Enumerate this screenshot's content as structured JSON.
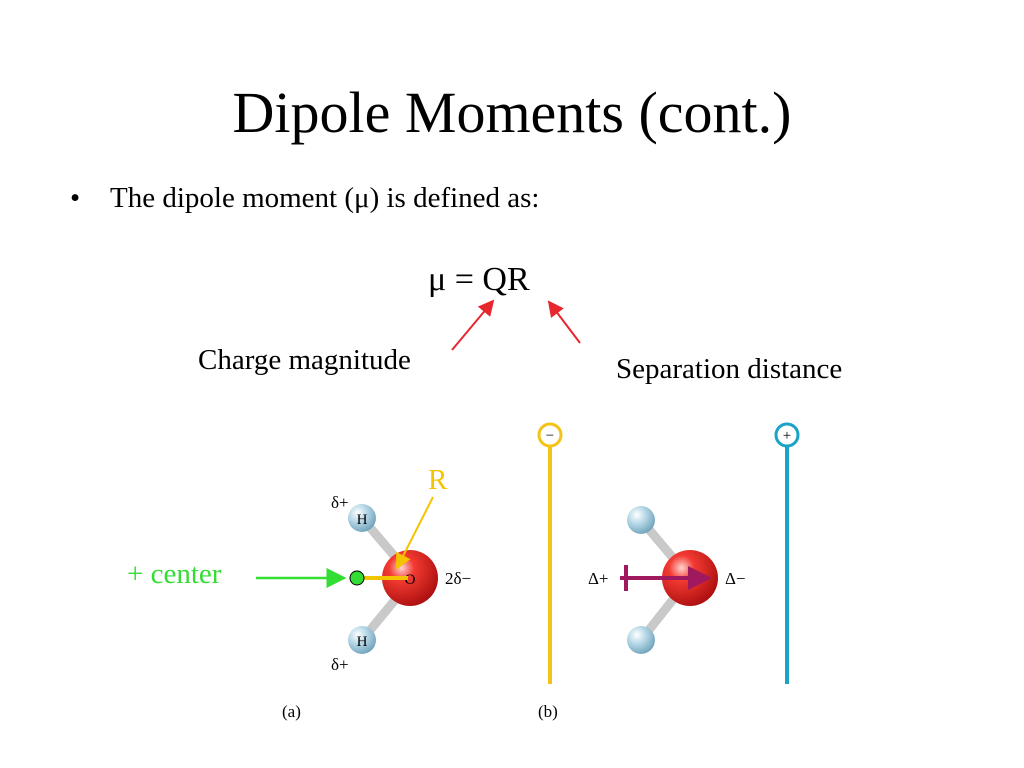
{
  "slide": {
    "title": "Dipole Moments (cont.)",
    "bullet_marker": "•",
    "bullet_text": "The dipole moment (μ) is defined as:",
    "equation": "μ = QR",
    "charge_label": "Charge magnitude",
    "separation_label": "Separation distance",
    "center_label": "+ center",
    "r_label": "R"
  },
  "figure_a": {
    "h_atom_label": "H",
    "o_atom_label": "O",
    "delta_plus_top": "δ+",
    "delta_plus_bottom": "δ+",
    "delta_minus": "2δ−",
    "caption": "(a)"
  },
  "figure_b": {
    "negative_terminal": "−",
    "positive_terminal": "+",
    "delta_plus": "Δ+",
    "delta_minus": "Δ−",
    "caption": "(b)"
  },
  "colors": {
    "arrow_red": "#e8262e",
    "arrow_green": "#33dd33",
    "r_yellow": "#f5c400",
    "electrode_yellow": "#f3c317",
    "electrode_blue": "#1aa3c7",
    "dipole_magenta": "#a0195e",
    "oxygen_red": "#e0201e",
    "hydrogen_blue": "#a8cfe0"
  }
}
